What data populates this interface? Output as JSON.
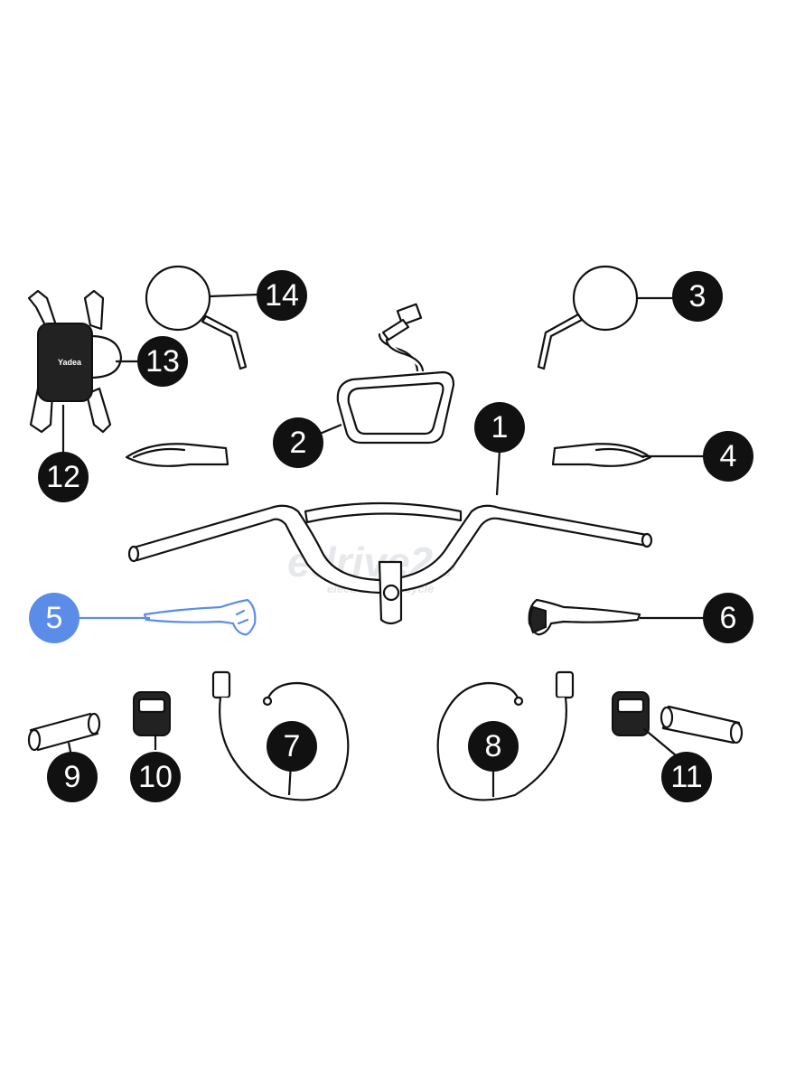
{
  "callouts": [
    {
      "id": "1",
      "label": "1"
    },
    {
      "id": "2",
      "label": "2"
    },
    {
      "id": "3",
      "label": "3"
    },
    {
      "id": "4",
      "label": "4"
    },
    {
      "id": "5",
      "label": "5",
      "selected": true
    },
    {
      "id": "6",
      "label": "6"
    },
    {
      "id": "7",
      "label": "7"
    },
    {
      "id": "8",
      "label": "8"
    },
    {
      "id": "9",
      "label": "9"
    },
    {
      "id": "10",
      "label": "10"
    },
    {
      "id": "11",
      "label": "11"
    },
    {
      "id": "12",
      "label": "12"
    },
    {
      "id": "13",
      "label": "13"
    },
    {
      "id": "14",
      "label": "14"
    }
  ],
  "watermark": {
    "brand": "edrive24",
    "tagline": "electric motorcycle"
  },
  "phone_holder": {
    "logo_text": "Yadea"
  },
  "colors": {
    "callout_default": "#111111",
    "callout_selected": "#5b8de8",
    "background": "#ffffff"
  }
}
